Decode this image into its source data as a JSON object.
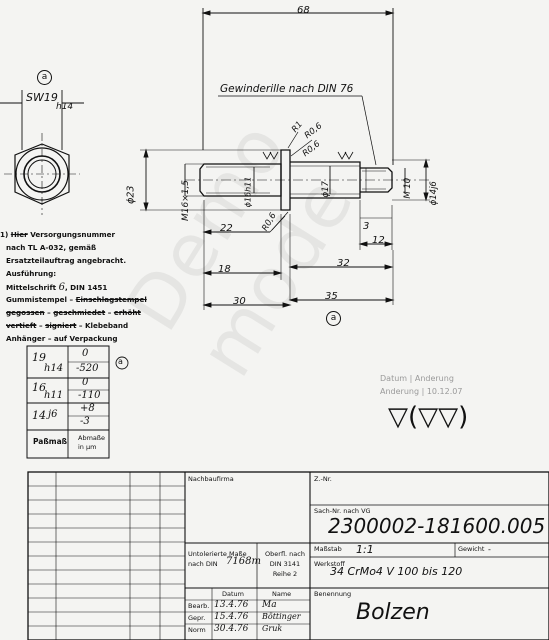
{
  "drawing": {
    "dim_overall": "68",
    "detail_mark": "a",
    "sw_label": "SW19",
    "sw_tol": "h14",
    "thread_callout": "Gewinderille nach DIN 76",
    "r1": "R1",
    "r06_a": "R0,6",
    "r06_b": "R0,6",
    "r06_c": "R0,6",
    "dia23": "ϕ23",
    "m16": "M16×1,5",
    "dia16h11": "ϕ16h11",
    "dia17": "ϕ17",
    "m10": "M 10",
    "dia14j6": "ϕ14j6",
    "d22": "22",
    "d3": "3",
    "d12": "12",
    "d18": "18",
    "d32": "32",
    "d30": "30",
    "d35": "35"
  },
  "notes": [
    {
      "text": "1) Hier Versorgungsnummer",
      "struck": "Hier"
    },
    {
      "text": "nach TL A-032, gemäß"
    },
    {
      "text": "Ersatzteilauftrag angebracht."
    },
    {
      "text": "Ausführung:"
    },
    {
      "text": "Mittelschrift",
      "value": "6",
      "suffix": ", DIN 1451"
    },
    {
      "text": "Gummistempel – Einschlagstempel"
    },
    {
      "text": "gegossen – geschmiedet – erhöht"
    },
    {
      "text": "vertieft – signiert – Klebeband"
    },
    {
      "text": "Anhänger – auf Verpackung"
    }
  ],
  "fits": {
    "rows": [
      {
        "size": "19",
        "fit": "h14",
        "upper": "0",
        "lower": "-520"
      },
      {
        "size": "16",
        "fit": "h11",
        "upper": "0",
        "lower": "-110"
      },
      {
        "size": "14",
        "fit": "j6",
        "upper": "+8",
        "lower": "-3"
      }
    ],
    "header_left": "Paßmaß",
    "header_right": "Abmaße in µm"
  },
  "stamp": {
    "line1": "Datum | Anderung",
    "line2": "Anderung | 10.12.07"
  },
  "surface_symbol": "▽(▽▽)",
  "watermark": "Demo mode",
  "title_block": {
    "nachbaufirma": "Nachbaufirma",
    "znr": "Z.-Nr.",
    "sachnr_label": "Sach-Nr. nach VG",
    "sachnr": "2300002-181600.005",
    "massstab_label": "Maßstab",
    "massstab": "1:1",
    "gewicht_label": "Gewicht",
    "gewicht": "-",
    "untol_label": "Untolerierte Maße nach DIN",
    "untol_value": "7168m",
    "oberfl_label": "Oberfl. nach DIN 3141 Reihe 2",
    "werkstoff_label": "Werkstoff",
    "werkstoff": "34 CrMo4 V 100 bis 120",
    "datum_label": "Datum",
    "name_label": "Name",
    "benennung_label": "Benennung",
    "benennung": "Bolzen",
    "bearb_label": "Bearb.",
    "bearb_date": "13.4.76",
    "bearb_name": "Ma",
    "gepr_label": "Gepr.",
    "gepr_date": "15.4.76",
    "gepr_name": "Böttinger",
    "norm_label": "Norm",
    "norm_date": "30.4.76",
    "norm_name": "Gruk"
  }
}
